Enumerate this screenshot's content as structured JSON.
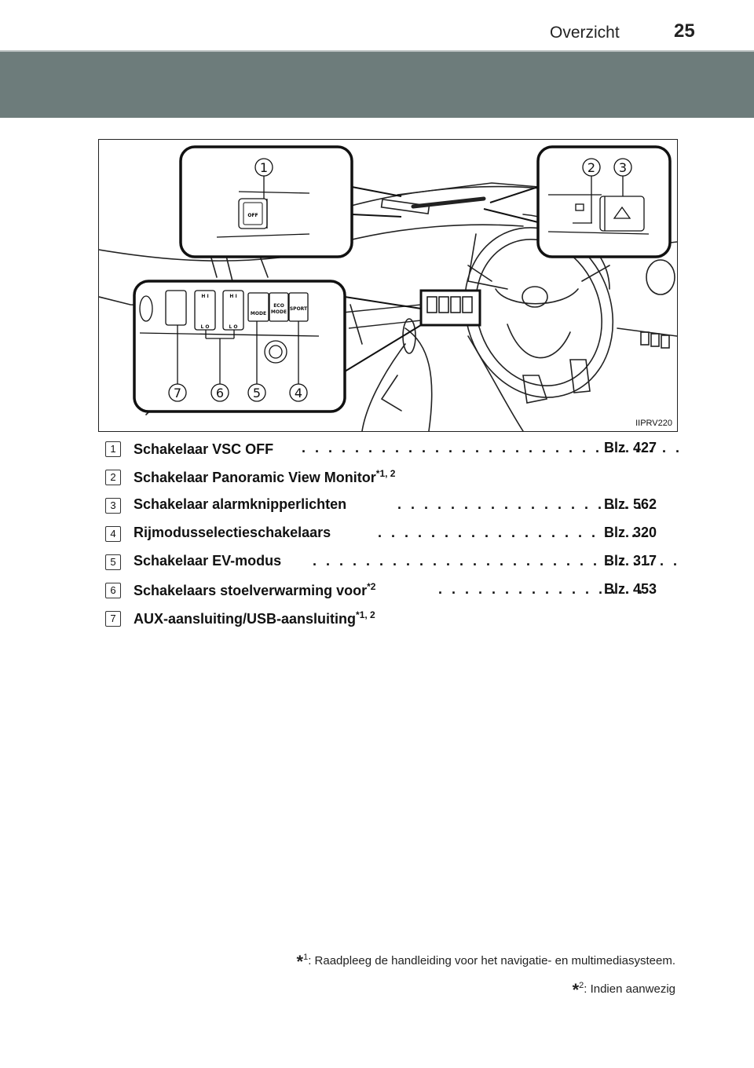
{
  "header": {
    "section_title": "Overzicht",
    "page_number": "25"
  },
  "figure": {
    "code": "IIPRV220",
    "callouts": [
      "1",
      "2",
      "3",
      "4",
      "5",
      "6",
      "7"
    ],
    "button_labels": {
      "vsc": "OFF",
      "ev": "MODE",
      "eco_top": "ECO",
      "eco_bottom": "MODE",
      "sport": "SPORT",
      "hi": "H I",
      "lo": "L O"
    }
  },
  "items": [
    {
      "num": "1",
      "label": "Schakelaar VSC OFF",
      "sup": "",
      "page": "Blz. 427"
    },
    {
      "num": "2",
      "label": "Schakelaar Panoramic View Monitor",
      "sup": "*1, 2",
      "page": ""
    },
    {
      "num": "3",
      "label": "Schakelaar alarmknipperlichten",
      "sup": "",
      "page": "Blz. 562"
    },
    {
      "num": "4",
      "label": "Rijmodusselectieschakelaars",
      "sup": "",
      "page": "Blz. 320"
    },
    {
      "num": "5",
      "label": "Schakelaar EV-modus",
      "sup": "",
      "page": "Blz. 317"
    },
    {
      "num": "6",
      "label": "Schakelaars stoelverwarming voor",
      "sup": "*2",
      "page": "Blz. 453"
    },
    {
      "num": "7",
      "label": "AUX-aansluiting/USB-aansluiting",
      "sup": "*1, 2",
      "page": ""
    }
  ],
  "footnotes": [
    {
      "mark": "*",
      "index": "1",
      "text": ": Raadpleeg de handleiding voor het navigatie- en multimediasysteem."
    },
    {
      "mark": "*",
      "index": "2",
      "text": ": Indien aanwezig"
    }
  ]
}
